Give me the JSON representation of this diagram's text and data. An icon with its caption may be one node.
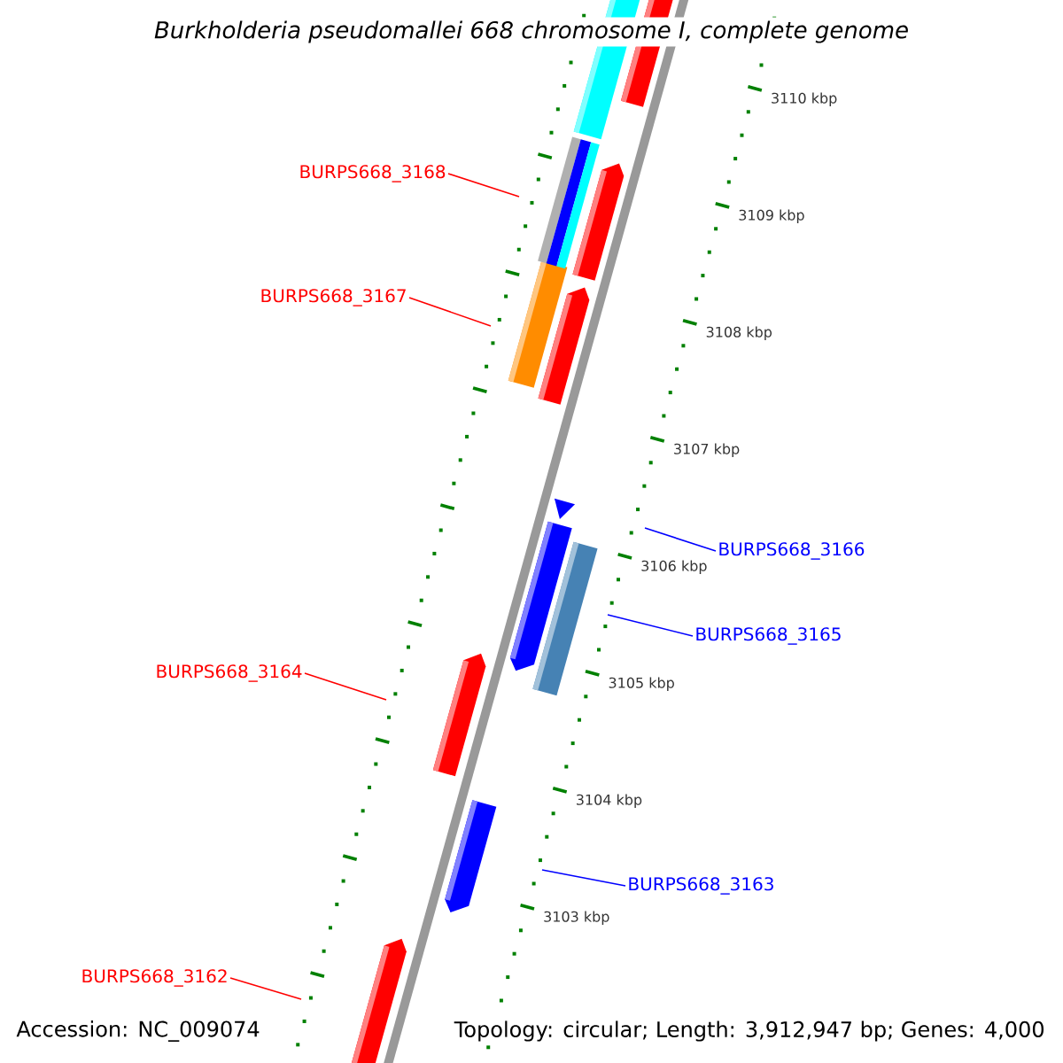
{
  "diagram": {
    "title": "Burkholderia pseudomallei 668 chromosome I, complete genome",
    "nodes": [
      {
        "text": [
          "BURPS668_3168"
        ]
      },
      {
        "text": [
          "BURPS668_3167"
        ]
      },
      {
        "text": [
          "BURPS668_3166"
        ]
      },
      {
        "text": [
          "BURPS668_3165"
        ]
      },
      {
        "text": [
          "BURPS668_3164"
        ]
      },
      {
        "text": [
          "BURPS668_3163"
        ]
      },
      {
        "text": [
          "BURPS668_3162"
        ]
      }
    ],
    "edges": [
      {
        "from": 0,
        "to": null,
        "arrow": "none"
      },
      {
        "from": 1,
        "to": null,
        "arrow": "none"
      },
      {
        "from": 2,
        "to": null,
        "arrow": "none",
        "color": "#0000ff"
      },
      {
        "from": 3,
        "to": null,
        "arrow": "none",
        "color": "#0000ff"
      },
      {
        "from": 4,
        "to": null,
        "arrow": "none"
      },
      {
        "from": 5,
        "to": null,
        "arrow": "none",
        "color": "#0000ff"
      },
      {
        "from": 6,
        "to": null,
        "arrow": "none"
      }
    ],
    "labels": [
      "3110 kbp",
      "3109 kbp",
      "3108 kbp",
      "3107 kbp",
      "3106 kbp",
      "3105 kbp",
      "3104 kbp",
      "3103 kbp",
      "Accession: NC_009074",
      "Topology: circular; Length: 3,912,947 bp; Genes: 4,000"
    ]
  }
}
